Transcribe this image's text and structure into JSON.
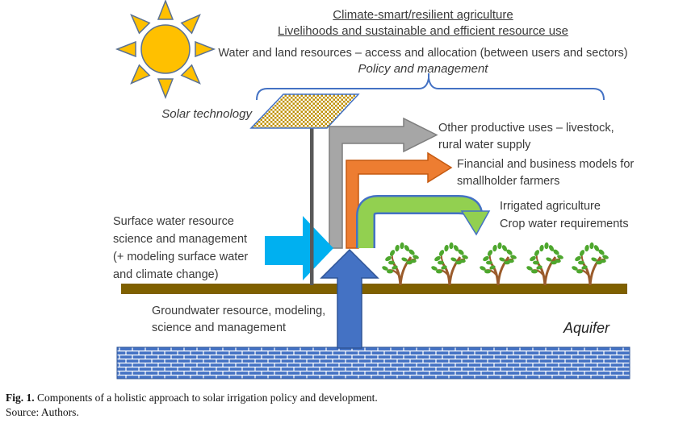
{
  "diagram": {
    "title_line1": "Climate-smart/resilient agriculture",
    "title_line2": "Livelihoods and sustainable and efficient resource use",
    "subtitle": "Water and land resources – access and allocation (between users and sectors)",
    "policy": "Policy and management",
    "solar_technology": "Solar technology",
    "other_uses": [
      "Other productive uses – livestock,",
      "rural water supply"
    ],
    "financial": [
      "Financial and business models for",
      "smallholder farmers"
    ],
    "irrigated": [
      "Irrigated agriculture",
      "Crop water requirements"
    ],
    "surface_water": [
      "Surface water resource",
      "science and management",
      "(+ modeling surface water",
      "and climate change)"
    ],
    "groundwater": [
      "Groundwater resource, modeling,",
      "science and management"
    ],
    "aquifer": "Aquifer"
  },
  "icons": {
    "sun": "sun-icon",
    "solar_panel": "solar-panel-icon",
    "plant": "plant-icon",
    "brace": "curly-brace",
    "arrows": [
      "surface-water-arrow",
      "groundwater-arrow",
      "other-uses-arrow",
      "financial-arrow",
      "irrigated-arrow"
    ]
  },
  "colors": {
    "sun_gold": "#FFC000",
    "outline_blue_gray": "#5B7294",
    "panel_gold": "#BF9000",
    "panel_border": "#4472C4",
    "pole_gray": "#595959",
    "gray_arrow": "#A6A6A6",
    "gray_outline": "#7F7F7F",
    "orange_arrow": "#ED7D31",
    "orange_outline": "#C55A11",
    "green_arrow": "#92D050",
    "green_outline": "#4472C4",
    "cyan_arrow": "#00B0F0",
    "blue_arrow": "#4472C4",
    "blue_outline": "#2F5597",
    "ground_brown": "#7F6000",
    "leaf_green": "#4EA72E",
    "trunk_brown": "#9A5B2B",
    "text": "#3A3A3A"
  },
  "caption": {
    "fig_label": "Fig. 1.",
    "text": " Components of a holistic approach to solar irrigation policy and development.",
    "source": "Source: Authors."
  }
}
